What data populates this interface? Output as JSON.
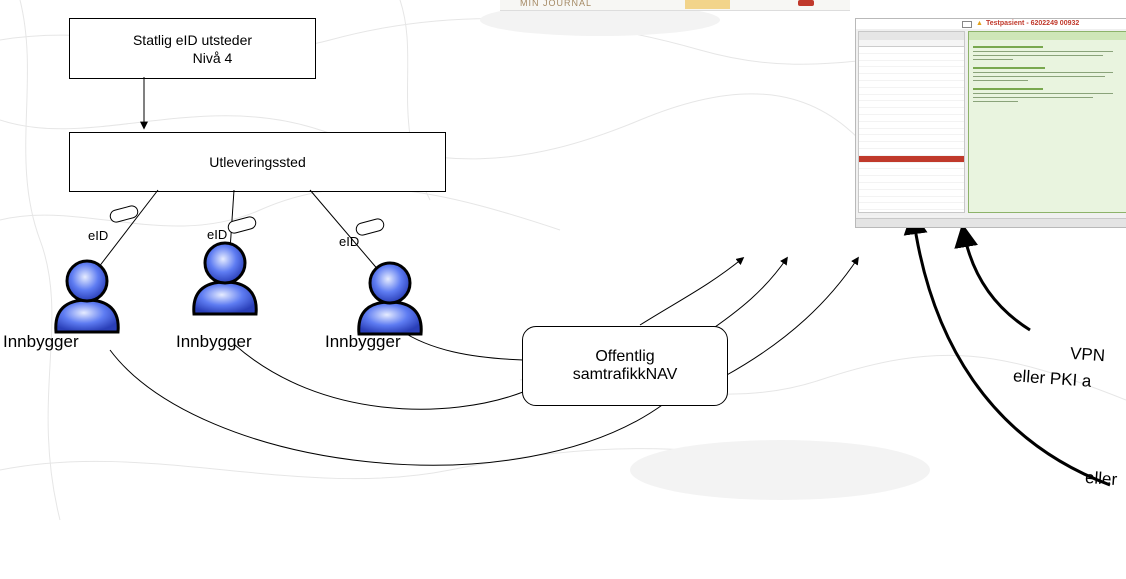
{
  "diagram": {
    "issuer_box": {
      "line1": "Statlig eID utsteder",
      "line2": "Nivå 4"
    },
    "delivery_box": {
      "label": "Utleveringssted"
    },
    "citizens": [
      {
        "label": "Innbygger",
        "token": "eID"
      },
      {
        "label": "Innbygger",
        "token": "eID"
      },
      {
        "label": "Innbygger",
        "token": "eID"
      }
    ],
    "hub": {
      "line1": "Offentlig",
      "line2": "samtrafikkNAV"
    },
    "right_labels": {
      "vpn": "VPN",
      "pki": "eller PKI a",
      "eller": "eller"
    },
    "top_strip": {
      "journal_text": "MIN JOURNAL",
      "patient_title": "Testpasient - 6202249 00932"
    }
  }
}
